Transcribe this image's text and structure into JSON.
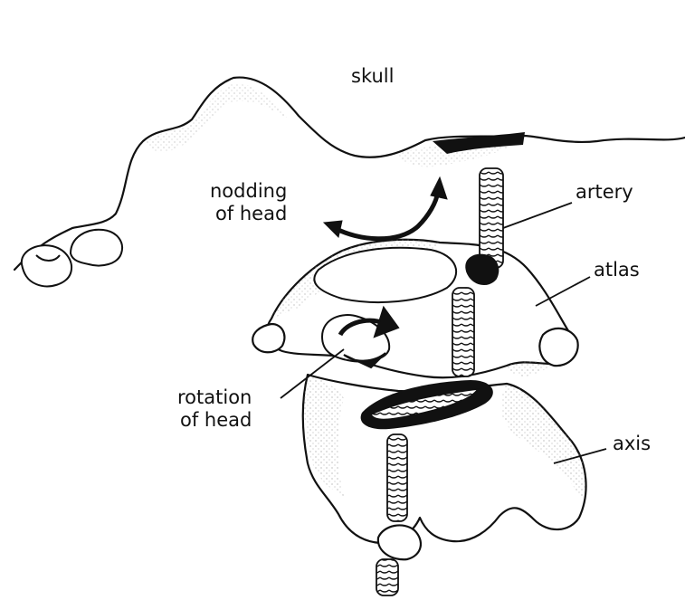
{
  "labels": {
    "skull": "skull",
    "nodding_line1": "nodding",
    "nodding_line2": "of head",
    "artery": "artery",
    "atlas": "atlas",
    "rotation_line1": "rotation",
    "rotation_line2": "of head",
    "axis": "axis"
  },
  "colors": {
    "ink": "#111111",
    "paper": "#ffffff",
    "stipple": "#9a9a9a"
  }
}
